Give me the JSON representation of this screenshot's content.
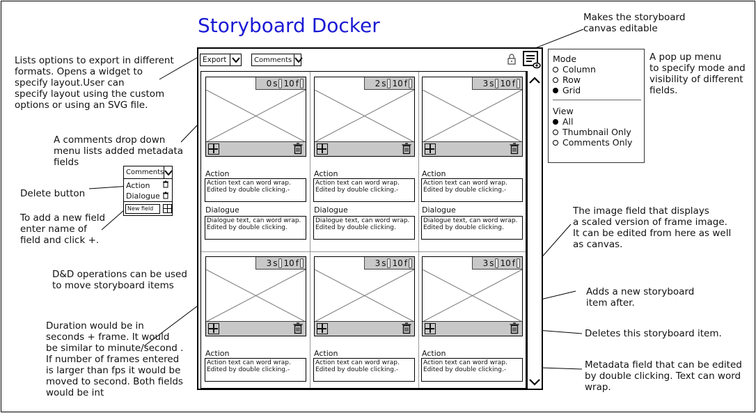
{
  "title": "Storyboard Docker",
  "toolbar": {
    "export_label": "Export",
    "comments_label": "Comments"
  },
  "notes": {
    "editable_canvas": [
      "Makes the storyboard",
      "canvas editable"
    ],
    "export": [
      "Lists options to export in different",
      "formats. Opens a widget to",
      "specify layout.User can",
      "specify layout using the custom",
      "options or using an SVG file."
    ],
    "comments_dd": [
      "A comments drop down",
      "menu lists added metadata",
      "fields"
    ],
    "delete_button": "Delete button",
    "add_field": [
      "To add a new field",
      "enter name of",
      "field and click +."
    ],
    "dnd": [
      "D&D operations can be used",
      "to move storyboard items"
    ],
    "duration": [
      "Duration would be in",
      "seconds + frame. It would",
      "be similar to minute/second .",
      "If number of frames entered",
      "is larger than fps it would be",
      "moved to second. Both fields",
      "would be int"
    ],
    "popup": [
      "A pop up menu",
      "to specify mode and",
      "visibility of different",
      "fields."
    ],
    "image_field": [
      "The image field that displays",
      "a scaled version of frame image.",
      "It can be edited from here as well",
      "as canvas."
    ],
    "add_item": [
      "Adds a new storyboard",
      "item after."
    ],
    "delete_item": "Deletes this storyboard item.",
    "metadata": [
      "Metadata field that can be edited",
      "by double clicking. Text can word",
      "wrap."
    ]
  },
  "mini_dropdown": {
    "header": "Comments",
    "fields": [
      "Action",
      "Dialogue"
    ],
    "new_field_placeholder": "New field"
  },
  "popup_menu": {
    "mode_title": "Mode",
    "modes": [
      {
        "label": "Column",
        "selected": false
      },
      {
        "label": "Row",
        "selected": false
      },
      {
        "label": "Grid",
        "selected": true
      }
    ],
    "view_title": "View",
    "views": [
      {
        "label": "All",
        "selected": true
      },
      {
        "label": "Thumbnail Only",
        "selected": false
      },
      {
        "label": "Comments Only",
        "selected": false
      }
    ]
  },
  "items": [
    {
      "sec": "0",
      "frame": "10",
      "sec_unit": "s",
      "frame_unit": "f"
    },
    {
      "sec": "2",
      "frame": "10",
      "sec_unit": "s",
      "frame_unit": "f"
    },
    {
      "sec": "3",
      "frame": "10",
      "sec_unit": "s",
      "frame_unit": "f"
    },
    {
      "sec": "3",
      "frame": "10",
      "sec_unit": "s",
      "frame_unit": "f"
    },
    {
      "sec": "3",
      "frame": "10",
      "sec_unit": "s",
      "frame_unit": "f"
    },
    {
      "sec": "3",
      "frame": "10",
      "sec_unit": "s",
      "frame_unit": "f"
    }
  ],
  "fields": {
    "action_label": "Action",
    "dialogue_label": "Dialogue",
    "action_text": [
      "Action text can word wrap.",
      "Edited by double clicking.-"
    ],
    "dialogue_text": [
      "Dialogue text, can word wrap.",
      "Edited by double clicking."
    ]
  }
}
